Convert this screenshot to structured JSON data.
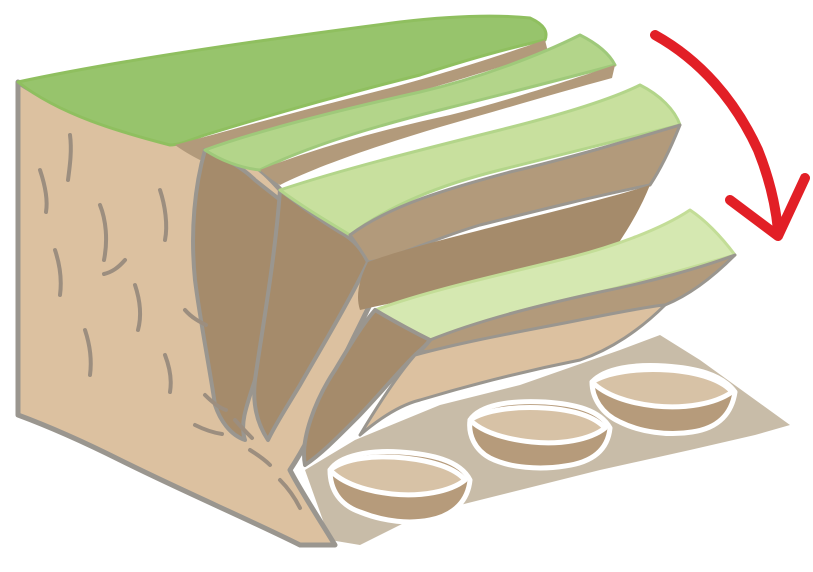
{
  "diagram": {
    "type": "toppling landslide illustration",
    "labels": [],
    "movement_arrow": {
      "icon": "curved-arrow-icon",
      "direction": "clockwise-down",
      "color": "#e21f26"
    },
    "palette": {
      "grass_dark": "#97c46c",
      "grass_mid": "#b3d58a",
      "grass_light": "#d5e8b1",
      "soil_front": "#dcc1a0",
      "soil_side": "#b29a7b",
      "soil_deep": "#a58b6b",
      "ground_floor": "#c8bca8",
      "outline": "#9a968f",
      "crack": "#9c8e7f",
      "arrow": "#e21f26",
      "boulder_top": "#d7c2a6",
      "boulder_side": "#b69b7b",
      "boulder_outline": "#ffffff"
    },
    "layers": [
      {
        "name": "cliff-block",
        "position": "back"
      },
      {
        "name": "slab-1",
        "position": "second"
      },
      {
        "name": "slab-2",
        "position": "third"
      },
      {
        "name": "slab-3",
        "position": "front"
      }
    ],
    "boulders": [
      {
        "name": "boulder-1"
      },
      {
        "name": "boulder-2"
      },
      {
        "name": "boulder-3"
      }
    ]
  }
}
